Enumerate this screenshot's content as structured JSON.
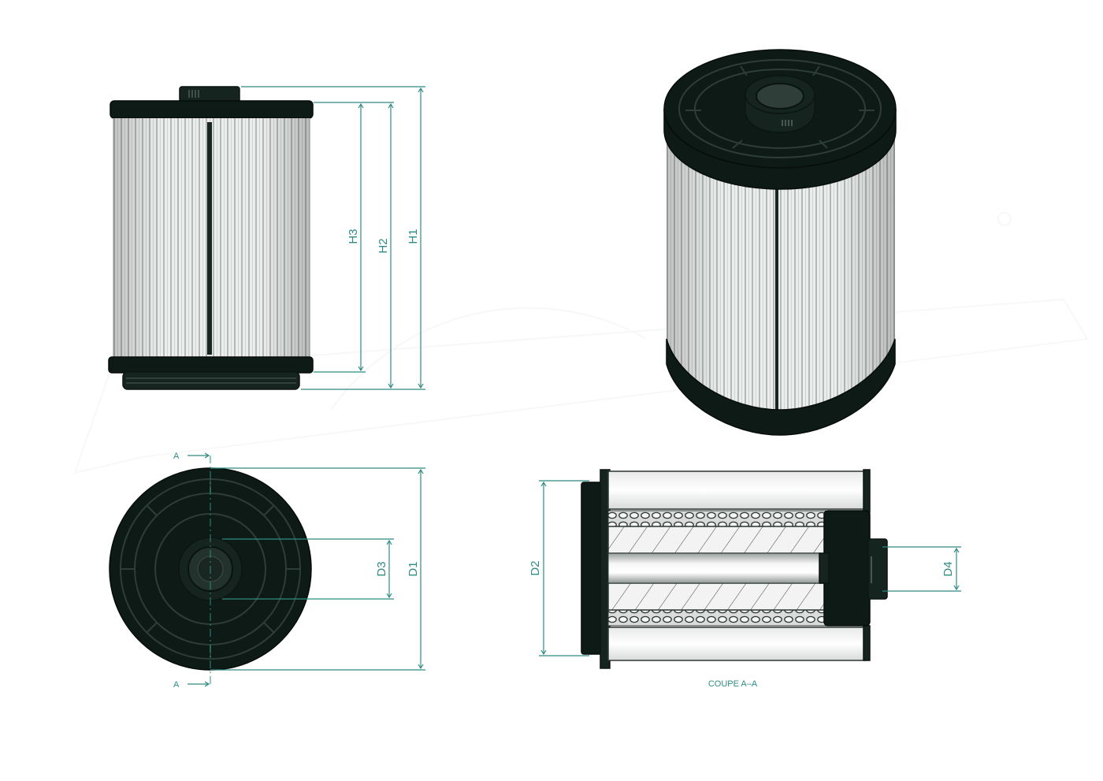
{
  "labels": {
    "h1": "H1",
    "h2": "H2",
    "h3": "H3",
    "d1": "D1",
    "d2": "D2",
    "d3": "D3",
    "d4": "D4",
    "section_top": "A",
    "section_bottom": "A",
    "section_caption": "COUPE A–A"
  },
  "colors": {
    "dimension": "#2e8b84",
    "plastic": "#16241f",
    "pleat_light": "#f1f2f1",
    "pleat_dark": "#a8aeab"
  }
}
